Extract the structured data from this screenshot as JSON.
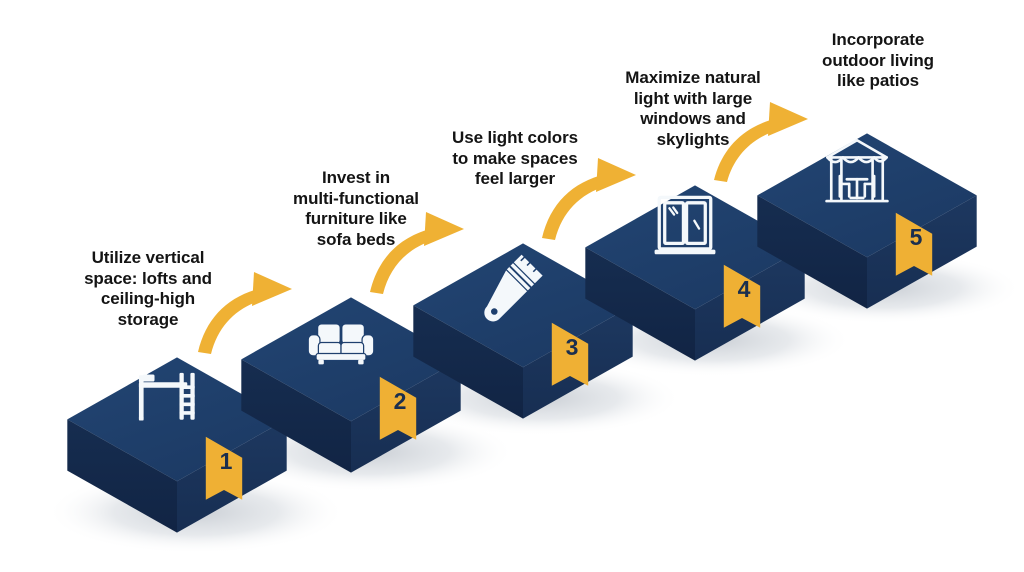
{
  "title": "Small Space Living Tips Infographic",
  "background_color": "#ffffff",
  "palette": {
    "box_top": "#1f406e",
    "box_left": "#14294a",
    "box_right": "#1b3257",
    "accent_yellow": "#efb034",
    "arrow_yellow": "#efb134",
    "icon_white": "#f4f8fb",
    "text_dark": "#141414",
    "badge_number": "#1b2f4e",
    "shadow": "#d9dde2"
  },
  "steps": [
    {
      "number": "1",
      "caption": "Utilize vertical\nspace: lofts and\nceiling-high\nstorage",
      "icon": "bunk-bed-icon",
      "icon_label": "bunk bed with ladder"
    },
    {
      "number": "2",
      "caption": "Invest in\nmulti-functional\nfurniture like\nsofa beds",
      "icon": "sofa-icon",
      "icon_label": "two-seat sofa"
    },
    {
      "number": "3",
      "caption": "Use light colors\nto make spaces\nfeel larger",
      "icon": "paintbrush-icon",
      "icon_label": "paint brush"
    },
    {
      "number": "4",
      "caption": "Maximize natural\nlight with large\nwindows and\nskylights",
      "icon": "window-icon",
      "icon_label": "double pane window"
    },
    {
      "number": "5",
      "caption": "Incorporate\noutdoor living\nlike patios",
      "icon": "gazebo-icon",
      "icon_label": "patio gazebo with table and chairs"
    }
  ],
  "arrows": [
    {
      "name": "arrow-1-to-2"
    },
    {
      "name": "arrow-2-to-3"
    },
    {
      "name": "arrow-3-to-4"
    },
    {
      "name": "arrow-4-to-5"
    }
  ]
}
